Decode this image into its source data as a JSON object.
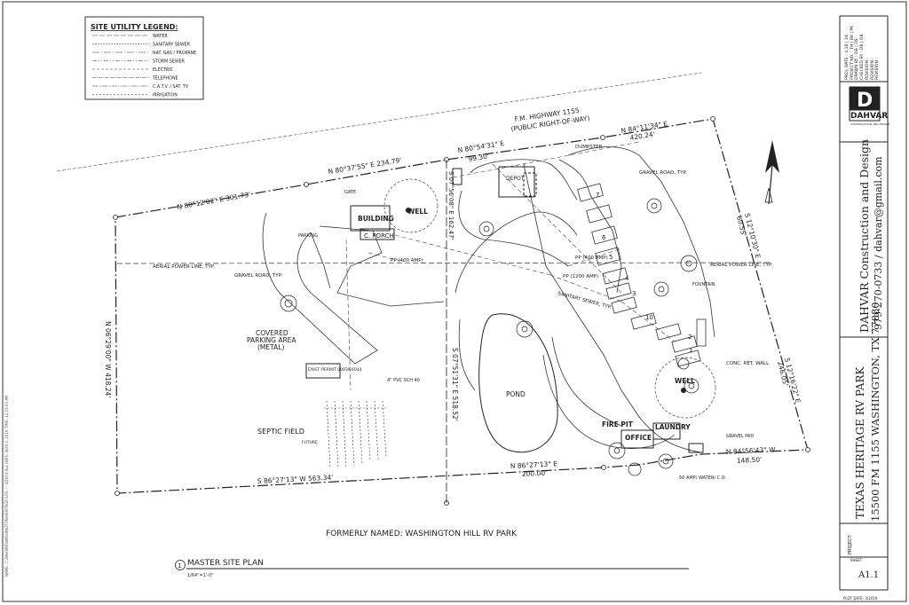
{
  "legend": {
    "title": "SITE UTILITY LEGEND:",
    "items": [
      "WATER",
      "SANITARY SEWER",
      "NAT. GAS / PROPANE",
      "STORM SEWER",
      "ELECTRIC",
      "TELEPHONE",
      "C.A.T.V. / SAT. TV",
      "IRRIGATION"
    ]
  },
  "highway": {
    "name": "F.M. HIGHWAY 1155",
    "sub": "(PUBLIC RIGHT-OF-WAY)"
  },
  "bearings": {
    "b1": "N 80°12'02\" E  301.73'",
    "b2": "N 80°37'55\" E  234.79'",
    "b3": "N 80°54'31\" E",
    "b3d": "99.30'",
    "b4": "N 84°11'34\" E",
    "b4d": "420.24'",
    "b5": "S 12°10'30\" E",
    "b5d": "60.55'",
    "b6": "S 12°16'22\" E",
    "b6d": "246.05'",
    "b7": "N 84°56'43\" W",
    "b7d": "148.50'",
    "b8": "N 86°27'13\" E",
    "b8d": "200.00'",
    "b9": "S 86°27'13\" W  563.34'",
    "b10": "N 06°29'00\" W  418.24'",
    "b11": "S 07°56'08\" E  162.47'",
    "b12": "S 07°51'31\" E  518.52'"
  },
  "labels": {
    "building": "BUILDING",
    "porch": "C. PORCH",
    "well1": "WELL",
    "well2": "WELL",
    "depot": "DEPOT",
    "pond": "POND",
    "office": "OFFICE",
    "laundry": "LAUNDRY",
    "firepit": "FIRE PIT",
    "septic": "SEPTIC FIELD",
    "covered": "COVERED",
    "parking": "PARKING AREA",
    "metal": "(METAL)",
    "aerial1": "AERIAL POWER LINE, TYP.",
    "aerial2": "AERIAL POWER LINE, TYP.",
    "graveltyp": "GRAVEL ROAD, TYP.",
    "graveltyp2": "GRAVEL ROAD, TYP.",
    "sanitary": "SANITARY SEWER, TYP.",
    "dumpster": "DUMPSTER",
    "gate": "GATE",
    "pp400a": "PP (400 AMP)",
    "pp400b": "PP (400 AMP)",
    "pp1200": "PP (1200 AMP)",
    "pvc": "4\" PVC SCH 40",
    "conc": "CONC. RET. WALL",
    "graveld": "GRAVEL PAD",
    "amp": "50 AMP/ WATER/ C.O.",
    "fountain": "FOUNTAIN",
    "parkingsm": "PARKING",
    "future": "FUTURE",
    "existing": "EXIST. PERMIT 00039 6044"
  },
  "subtitle": "FORMERLY NAMED: WASHINGTON HILL RV PARK",
  "plan_title": {
    "num": "1",
    "name": "MASTER SITE PLAN",
    "scale": "1/64\"=1'-0\""
  },
  "title_block": {
    "info": [
      "PROJ. DATE : 4.18 | 1K",
      "PROJECT NO. : TH | RV | PK",
      "DRAWN BY : DB | DS",
      "CHECKED BY : DB | DB",
      "REVISION :",
      "REVISION :",
      "REVISION :"
    ],
    "logo_letter": "D",
    "logo_name": "DAHVAR",
    "logo_sub": "CONSTRUCTION AND DESIGN",
    "company": "DAHVAR  Construction and Design",
    "contact": "979-270-0733 / dahvar@gmail.com",
    "project_label": "PROJECT:",
    "project": "TEXAS HERITAGE RV PARK",
    "address": "15500 FM 1155   WASHINGTON, TX 77880",
    "sheet_label": "SHEET",
    "sheet": "A1.1",
    "plot_date": "PLOT DATE: 3/2019"
  },
  "file_path": "NAME: C:\\DAHVAR\\WASHINGTON\\HERITAGE SITE — 4/2019 ALL DATE: NOV 2, 2019  TIME: 12:15:03 AM"
}
